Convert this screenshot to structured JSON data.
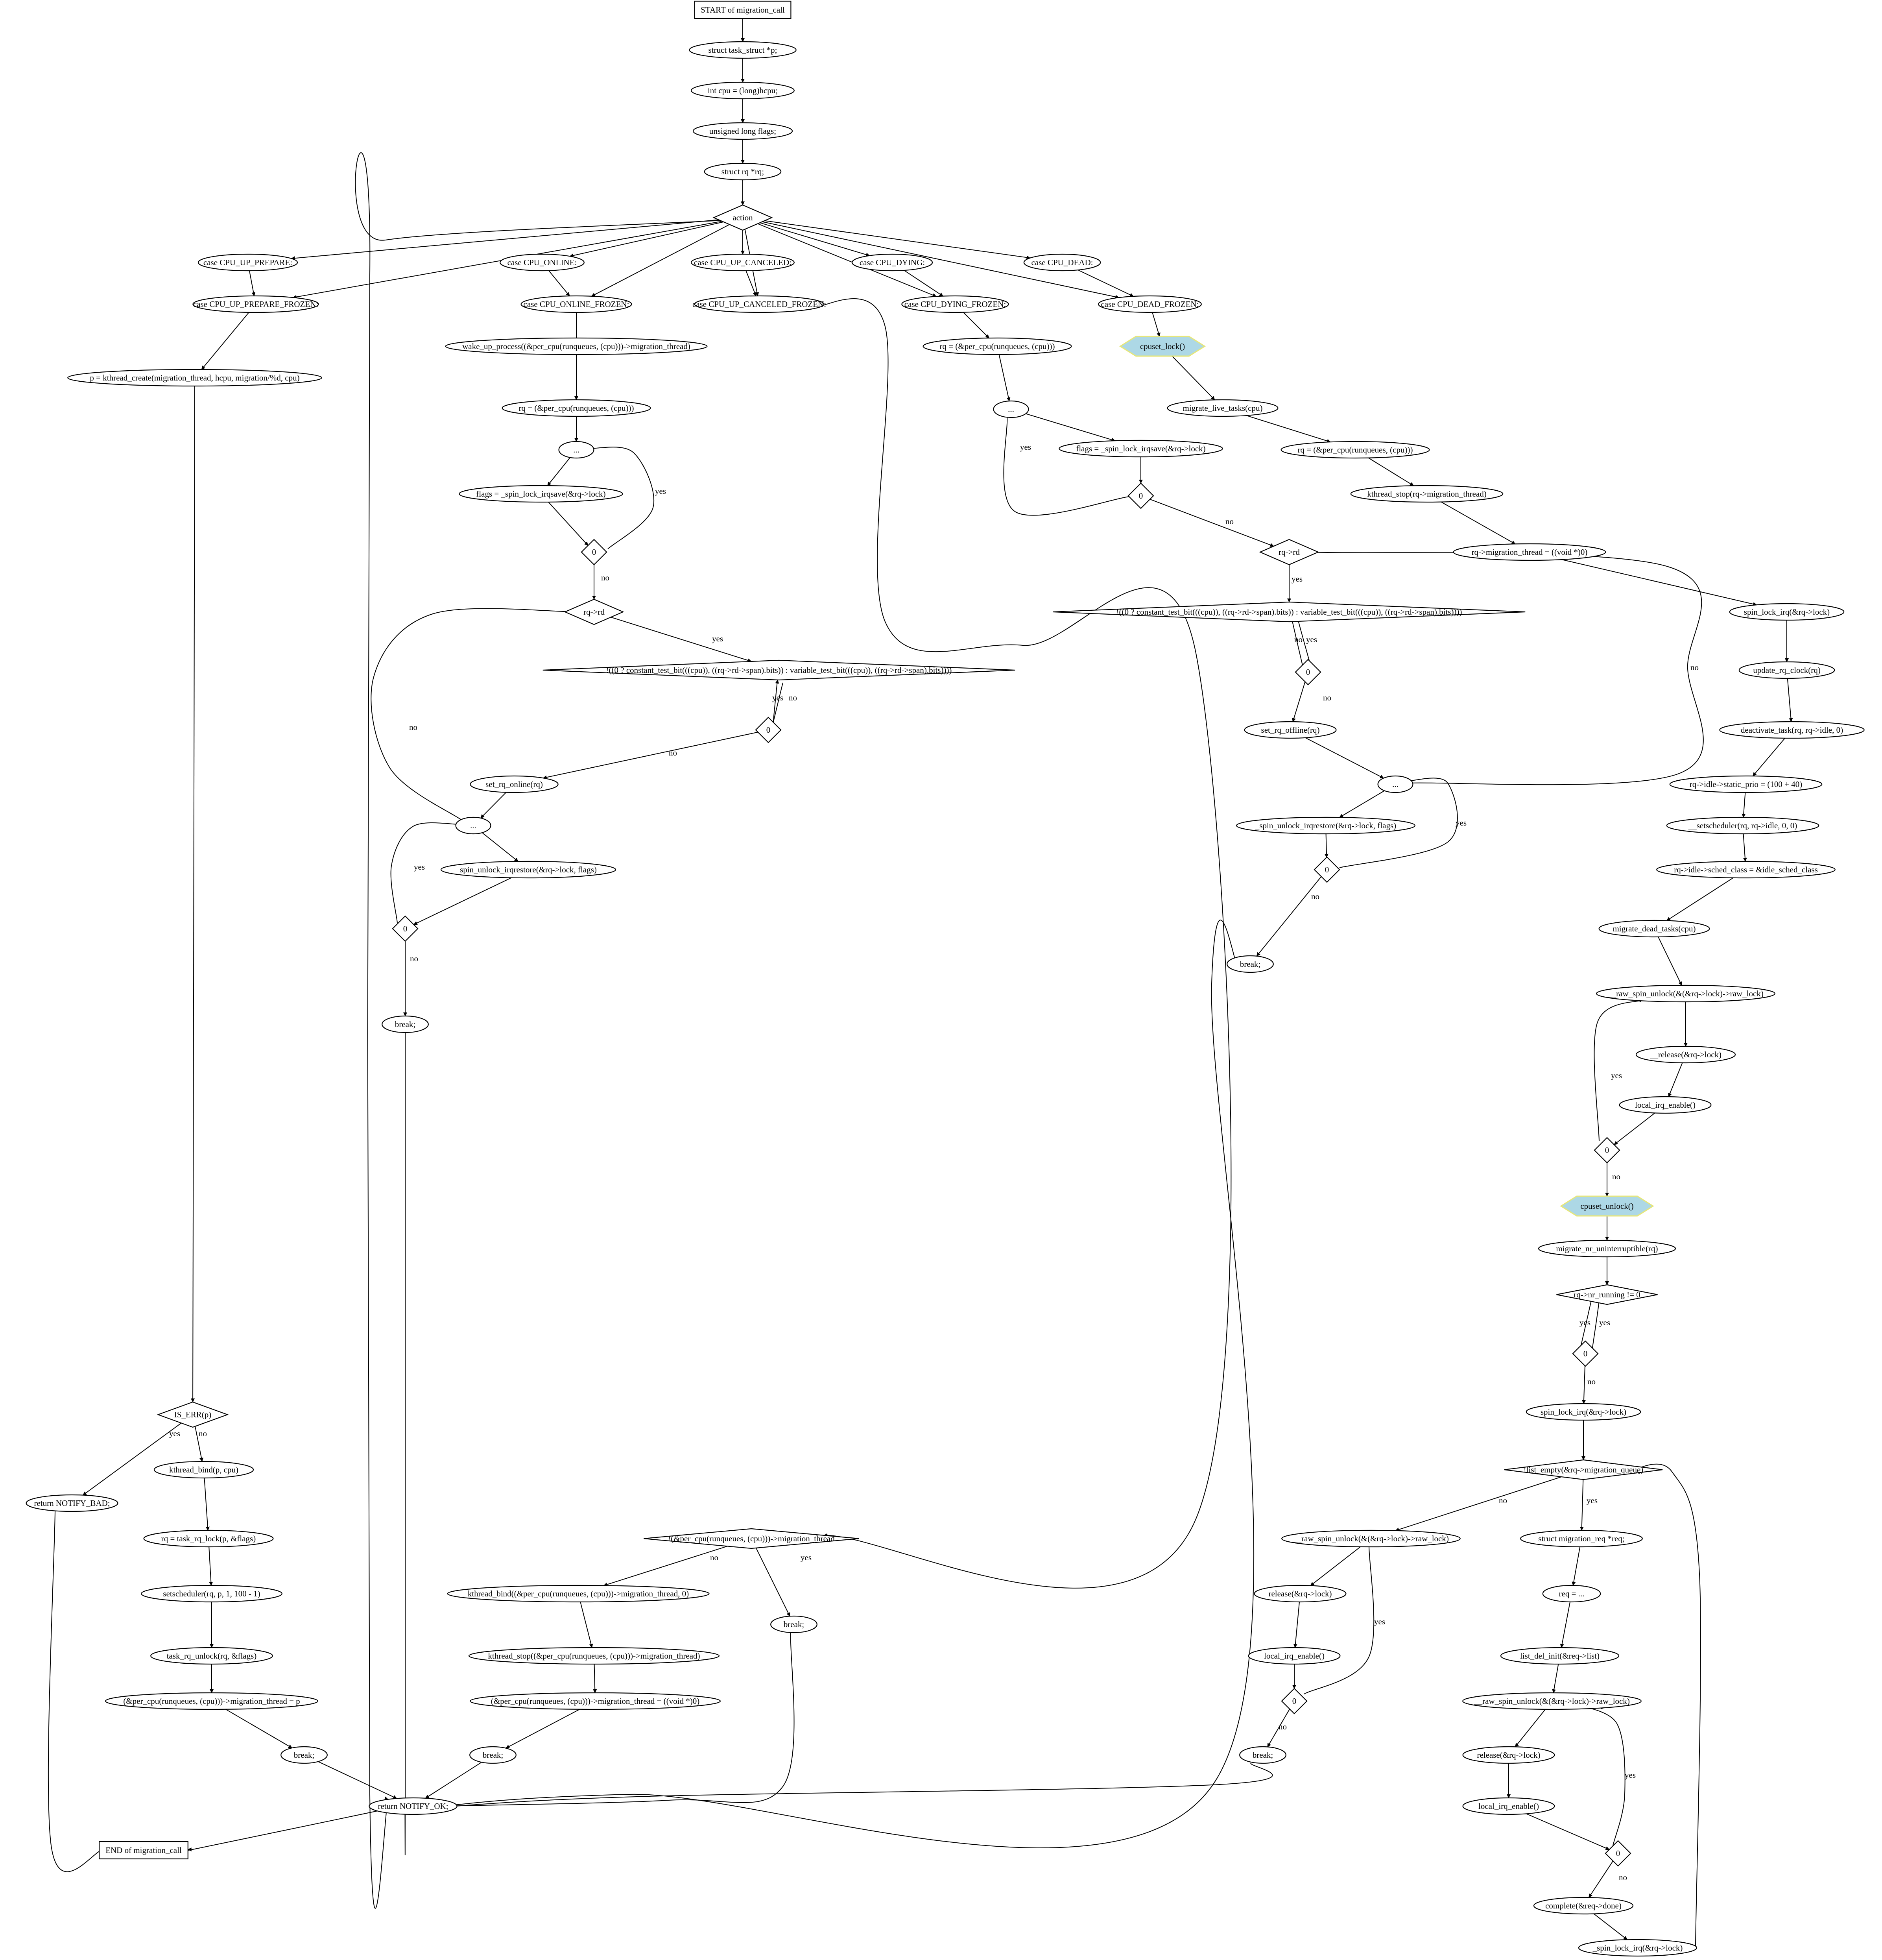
{
  "nodes": [
    {
      "id": "start",
      "label": "START of migration_call",
      "shape": "box"
    },
    {
      "id": "n1",
      "label": "struct task_struct *p;",
      "shape": "ellipse"
    },
    {
      "id": "n2",
      "label": "int cpu = (long)hcpu;",
      "shape": "ellipse"
    },
    {
      "id": "n3",
      "label": "unsigned long flags;",
      "shape": "ellipse"
    },
    {
      "id": "n4",
      "label": "struct rq *rq;",
      "shape": "ellipse"
    },
    {
      "id": "action",
      "label": "action",
      "shape": "diamond"
    },
    {
      "id": "c_up_prep",
      "label": "case CPU_UP_PREPARE:",
      "shape": "ellipse"
    },
    {
      "id": "c_up_prep_f",
      "label": "case CPU_UP_PREPARE_FROZEN:",
      "shape": "ellipse"
    },
    {
      "id": "kcreate",
      "label": "p = kthread_create(migration_thread, hcpu, migration/%d, cpu)",
      "shape": "ellipse"
    },
    {
      "id": "c_online",
      "label": "case CPU_ONLINE:",
      "shape": "ellipse"
    },
    {
      "id": "c_online_f",
      "label": "case CPU_ONLINE_FROZEN:",
      "shape": "ellipse"
    },
    {
      "id": "wake",
      "label": "wake_up_process((&per_cpu(runqueues, (cpu)))->migration_thread)",
      "shape": "ellipse"
    },
    {
      "id": "rq_on",
      "label": "rq = (&per_cpu(runqueues, (cpu)))",
      "shape": "ellipse"
    },
    {
      "id": "dots_on",
      "label": "...",
      "shape": "ellipse"
    },
    {
      "id": "flags_on",
      "label": "flags = _spin_lock_irqsave(&rq->lock)",
      "shape": "ellipse"
    },
    {
      "id": "zero_on1",
      "label": "0",
      "shape": "diamond"
    },
    {
      "id": "rqrd_on",
      "label": "rq->rd",
      "shape": "diamond"
    },
    {
      "id": "test_on",
      "label": "!((0 ? constant_test_bit(((cpu)), ((rq->rd->span).bits)) : variable_test_bit(((cpu)), ((rq->rd->span).bits))))",
      "shape": "diamond"
    },
    {
      "id": "zero_on2",
      "label": "0",
      "shape": "diamond"
    },
    {
      "id": "set_online",
      "label": "set_rq_online(rq)",
      "shape": "ellipse"
    },
    {
      "id": "dots_on2",
      "label": "...",
      "shape": "ellipse"
    },
    {
      "id": "unlock_on",
      "label": "spin_unlock_irqrestore(&rq->lock, flags)",
      "shape": "ellipse"
    },
    {
      "id": "zero_on3",
      "label": "0",
      "shape": "diamond"
    },
    {
      "id": "break_on",
      "label": "break;",
      "shape": "ellipse"
    },
    {
      "id": "c_cancel",
      "label": "case CPU_UP_CANCELED:",
      "shape": "ellipse"
    },
    {
      "id": "c_cancel_f",
      "label": "case CPU_UP_CANCELED_FROZEN:",
      "shape": "ellipse"
    },
    {
      "id": "c_dying",
      "label": "case CPU_DYING:",
      "shape": "ellipse"
    },
    {
      "id": "c_dying_f",
      "label": "case CPU_DYING_FROZEN:",
      "shape": "ellipse"
    },
    {
      "id": "rq_dy",
      "label": "rq = (&per_cpu(runqueues, (cpu)))",
      "shape": "ellipse"
    },
    {
      "id": "dots_dy",
      "label": "...",
      "shape": "ellipse"
    },
    {
      "id": "flags_dy",
      "label": "flags = _spin_lock_irqsave(&rq->lock)",
      "shape": "ellipse"
    },
    {
      "id": "zero_dy1",
      "label": "0",
      "shape": "diamond"
    },
    {
      "id": "rqrd_dy",
      "label": "rq->rd",
      "shape": "diamond"
    },
    {
      "id": "test_dy",
      "label": "!((0 ? constant_test_bit(((cpu)), ((rq->rd->span).bits)) : variable_test_bit(((cpu)), ((rq->rd->span).bits))))",
      "shape": "diamond"
    },
    {
      "id": "zero_dy2",
      "label": "0",
      "shape": "diamond"
    },
    {
      "id": "set_offline",
      "label": "set_rq_offline(rq)",
      "shape": "ellipse"
    },
    {
      "id": "dots_dy2",
      "label": "...",
      "shape": "ellipse"
    },
    {
      "id": "unlock_dy",
      "label": "_spin_unlock_irqrestore(&rq->lock, flags)",
      "shape": "ellipse"
    },
    {
      "id": "zero_dy3",
      "label": "0",
      "shape": "diamond"
    },
    {
      "id": "break_dy",
      "label": "break;",
      "shape": "ellipse"
    },
    {
      "id": "c_dead",
      "label": "case CPU_DEAD:",
      "shape": "ellipse"
    },
    {
      "id": "c_dead_f",
      "label": "case CPU_DEAD_FROZEN:",
      "shape": "ellipse"
    },
    {
      "id": "cpuset_lock",
      "label": "cpuset_lock()",
      "shape": "hexagon"
    },
    {
      "id": "migrate_live",
      "label": "migrate_live_tasks(cpu)",
      "shape": "ellipse"
    },
    {
      "id": "rq_dead",
      "label": "rq = (&per_cpu(runqueues, (cpu)))",
      "shape": "ellipse"
    },
    {
      "id": "kstop_dead",
      "label": "kthread_stop(rq->migration_thread)",
      "shape": "ellipse"
    },
    {
      "id": "mt_null",
      "label": "rq->migration_thread = ((void *)0)",
      "shape": "ellipse"
    },
    {
      "id": "lock_irq1",
      "label": "spin_lock_irq(&rq->lock)",
      "shape": "ellipse"
    },
    {
      "id": "upd_clock",
      "label": "update_rq_clock(rq)",
      "shape": "ellipse"
    },
    {
      "id": "deact",
      "label": "deactivate_task(rq, rq->idle, 0)",
      "shape": "ellipse"
    },
    {
      "id": "prio",
      "label": "rq->idle->static_prio = (100 + 40)",
      "shape": "ellipse"
    },
    {
      "id": "setsched_idle",
      "label": "__setscheduler(rq, rq->idle, 0, 0)",
      "shape": "ellipse"
    },
    {
      "id": "sched_class",
      "label": "rq->idle->sched_class = &idle_sched_class",
      "shape": "ellipse"
    },
    {
      "id": "mig_dead",
      "label": "migrate_dead_tasks(cpu)",
      "shape": "ellipse"
    },
    {
      "id": "raw_unlock1",
      "label": "__raw_spin_unlock(&(&rq->lock)->raw_lock)",
      "shape": "ellipse"
    },
    {
      "id": "release1",
      "label": "__release(&rq->lock)",
      "shape": "ellipse"
    },
    {
      "id": "irq_en1",
      "label": "local_irq_enable()",
      "shape": "ellipse"
    },
    {
      "id": "zero_d1",
      "label": "0",
      "shape": "diamond"
    },
    {
      "id": "cpuset_unlock",
      "label": "cpuset_unlock()",
      "shape": "hexagon"
    },
    {
      "id": "mig_unint",
      "label": "migrate_nr_uninterruptible(rq)",
      "shape": "ellipse"
    },
    {
      "id": "nr_running",
      "label": "rq->nr_running != 0",
      "shape": "diamond"
    },
    {
      "id": "zero_d2",
      "label": "0",
      "shape": "diamond"
    },
    {
      "id": "lock_irq2",
      "label": "spin_lock_irq(&rq->lock)",
      "shape": "ellipse"
    },
    {
      "id": "list_empty",
      "label": "!list_empty(&rq->migration_queue)",
      "shape": "diamond"
    },
    {
      "id": "raw_unlock2",
      "label": "__raw_spin_unlock(&(&rq->lock)->raw_lock)",
      "shape": "ellipse"
    },
    {
      "id": "release2",
      "label": "release(&rq->lock)",
      "shape": "ellipse"
    },
    {
      "id": "irq_en2",
      "label": "local_irq_enable()",
      "shape": "ellipse"
    },
    {
      "id": "zero_d3",
      "label": "0",
      "shape": "diamond"
    },
    {
      "id": "break_dead",
      "label": "break;",
      "shape": "ellipse"
    },
    {
      "id": "mreq",
      "label": "struct migration_req *req;",
      "shape": "ellipse"
    },
    {
      "id": "req_eq",
      "label": "req = ...",
      "shape": "ellipse"
    },
    {
      "id": "list_del",
      "label": "list_del_init(&req->list)",
      "shape": "ellipse"
    },
    {
      "id": "raw_unlock3",
      "label": "__raw_spin_unlock(&(&rq->lock)->raw_lock)",
      "shape": "ellipse"
    },
    {
      "id": "release3",
      "label": "release(&rq->lock)",
      "shape": "ellipse"
    },
    {
      "id": "irq_en3",
      "label": "local_irq_enable()",
      "shape": "ellipse"
    },
    {
      "id": "zero_d4",
      "label": "0",
      "shape": "diamond"
    },
    {
      "id": "complete",
      "label": "complete(&req->done)",
      "shape": "ellipse"
    },
    {
      "id": "spinlock_irq3",
      "label": "_spin_lock_irq(&rq->lock)",
      "shape": "ellipse"
    },
    {
      "id": "is_err",
      "label": "IS_ERR(p)",
      "shape": "diamond"
    },
    {
      "id": "ret_bad",
      "label": "return NOTIFY_BAD;",
      "shape": "ellipse"
    },
    {
      "id": "kbind",
      "label": "kthread_bind(p, cpu)",
      "shape": "ellipse"
    },
    {
      "id": "trq_lock",
      "label": "rq = task_rq_lock(p, &flags)",
      "shape": "ellipse"
    },
    {
      "id": "setsched",
      "label": "setscheduler(rq, p, 1, 100 - 1)",
      "shape": "ellipse"
    },
    {
      "id": "trq_unlock",
      "label": "task_rq_unlock(rq, &flags)",
      "shape": "ellipse"
    },
    {
      "id": "mt_set",
      "label": "(&per_cpu(runqueues, (cpu)))->migration_thread = p",
      "shape": "ellipse"
    },
    {
      "id": "break_prep",
      "label": "break;",
      "shape": "ellipse"
    },
    {
      "id": "not_mt",
      "label": "!(&per_cpu(runqueues, (cpu)))->migration_thread",
      "shape": "diamond"
    },
    {
      "id": "kbind2",
      "label": "kthread_bind((&per_cpu(runqueues, (cpu)))->migration_thread, 0)",
      "shape": "ellipse"
    },
    {
      "id": "kstop2",
      "label": "kthread_stop((&per_cpu(runqueues, (cpu)))->migration_thread)",
      "shape": "ellipse"
    },
    {
      "id": "mt_null2",
      "label": "(&per_cpu(runqueues, (cpu)))->migration_thread = ((void *)0)",
      "shape": "ellipse"
    },
    {
      "id": "break_c2",
      "label": "break;",
      "shape": "ellipse"
    },
    {
      "id": "break_c1",
      "label": "break;",
      "shape": "ellipse"
    },
    {
      "id": "ret_ok",
      "label": "return NOTIFY_OK;",
      "shape": "ellipse"
    },
    {
      "id": "end",
      "label": "END of migration_call",
      "shape": "box"
    }
  ],
  "edges": [
    {
      "from": "start",
      "to": "n1",
      "label": ""
    },
    {
      "from": "n1",
      "to": "n2",
      "label": ""
    },
    {
      "from": "n2",
      "to": "n3",
      "label": ""
    },
    {
      "from": "n3",
      "to": "n4",
      "label": ""
    },
    {
      "from": "n4",
      "to": "action",
      "label": ""
    },
    {
      "from": "action",
      "to": "c_up_prep",
      "label": ""
    },
    {
      "from": "action",
      "to": "c_up_prep_f",
      "label": ""
    },
    {
      "from": "action",
      "to": "c_online",
      "label": ""
    },
    {
      "from": "action",
      "to": "c_online_f",
      "label": ""
    },
    {
      "from": "action",
      "to": "c_cancel",
      "label": ""
    },
    {
      "from": "action",
      "to": "c_cancel_f",
      "label": ""
    },
    {
      "from": "action",
      "to": "c_dying",
      "label": ""
    },
    {
      "from": "action",
      "to": "c_dying_f",
      "label": ""
    },
    {
      "from": "action",
      "to": "c_dead",
      "label": ""
    },
    {
      "from": "action",
      "to": "c_dead_f",
      "label": ""
    },
    {
      "from": "action",
      "to": "ret_ok",
      "label": ""
    },
    {
      "from": "c_up_prep",
      "to": "c_up_prep_f",
      "label": ""
    },
    {
      "from": "c_up_prep_f",
      "to": "kcreate",
      "label": ""
    },
    {
      "from": "kcreate",
      "to": "is_err",
      "label": ""
    },
    {
      "from": "is_err",
      "to": "ret_bad",
      "label": "yes"
    },
    {
      "from": "is_err",
      "to": "kbind",
      "label": "no"
    },
    {
      "from": "kbind",
      "to": "trq_lock",
      "label": ""
    },
    {
      "from": "trq_lock",
      "to": "setsched",
      "label": ""
    },
    {
      "from": "setsched",
      "to": "trq_unlock",
      "label": ""
    },
    {
      "from": "trq_unlock",
      "to": "mt_set",
      "label": ""
    },
    {
      "from": "mt_set",
      "to": "break_prep",
      "label": ""
    },
    {
      "from": "break_prep",
      "to": "ret_ok",
      "label": ""
    },
    {
      "from": "ret_bad",
      "to": "end",
      "label": ""
    },
    {
      "from": "ret_ok",
      "to": "end",
      "label": ""
    },
    {
      "from": "c_online",
      "to": "c_online_f",
      "label": ""
    },
    {
      "from": "c_online_f",
      "to": "wake",
      "label": ""
    },
    {
      "from": "wake",
      "to": "rq_on",
      "label": ""
    },
    {
      "from": "rq_on",
      "to": "dots_on",
      "label": ""
    },
    {
      "from": "dots_on",
      "to": "flags_on",
      "label": ""
    },
    {
      "from": "flags_on",
      "to": "zero_on1",
      "label": ""
    },
    {
      "from": "zero_on1",
      "to": "dots_on",
      "label": "yes"
    },
    {
      "from": "zero_on1",
      "to": "rqrd_on",
      "label": "no"
    },
    {
      "from": "rqrd_on",
      "to": "test_on",
      "label": "yes"
    },
    {
      "from": "rqrd_on",
      "to": "dots_on2",
      "label": "no"
    },
    {
      "from": "test_on",
      "to": "zero_on2",
      "label": "no"
    },
    {
      "from": "zero_on2",
      "to": "test_on",
      "label": "yes"
    },
    {
      "from": "zero_on2",
      "to": "set_online",
      "label": "no"
    },
    {
      "from": "set_online",
      "to": "dots_on2",
      "label": ""
    },
    {
      "from": "dots_on2",
      "to": "unlock_on",
      "label": ""
    },
    {
      "from": "unlock_on",
      "to": "zero_on3",
      "label": ""
    },
    {
      "from": "zero_on3",
      "to": "dots_on2",
      "label": "yes"
    },
    {
      "from": "zero_on3",
      "to": "break_on",
      "label": "no"
    },
    {
      "from": "break_on",
      "to": "ret_ok",
      "label": ""
    },
    {
      "from": "c_cancel",
      "to": "c_cancel_f",
      "label": ""
    },
    {
      "from": "c_cancel_f",
      "to": "not_mt",
      "label": ""
    },
    {
      "from": "not_mt",
      "to": "kbind2",
      "label": "no"
    },
    {
      "from": "not_mt",
      "to": "break_c1",
      "label": "yes"
    },
    {
      "from": "kbind2",
      "to": "kstop2",
      "label": ""
    },
    {
      "from": "kstop2",
      "to": "mt_null2",
      "label": ""
    },
    {
      "from": "mt_null2",
      "to": "break_c2",
      "label": ""
    },
    {
      "from": "break_c2",
      "to": "ret_ok",
      "label": ""
    },
    {
      "from": "break_c1",
      "to": "ret_ok",
      "label": ""
    },
    {
      "from": "c_dying",
      "to": "c_dying_f",
      "label": ""
    },
    {
      "from": "c_dying_f",
      "to": "rq_dy",
      "label": ""
    },
    {
      "from": "rq_dy",
      "to": "dots_dy",
      "label": ""
    },
    {
      "from": "dots_dy",
      "to": "flags_dy",
      "label": ""
    },
    {
      "from": "flags_dy",
      "to": "zero_dy1",
      "label": ""
    },
    {
      "from": "zero_dy1",
      "to": "dots_dy",
      "label": "yes"
    },
    {
      "from": "zero_dy1",
      "to": "rqrd_dy",
      "label": "no"
    },
    {
      "from": "rqrd_dy",
      "to": "test_dy",
      "label": "yes"
    },
    {
      "from": "rqrd_dy",
      "to": "dots_dy2",
      "label": "no"
    },
    {
      "from": "test_dy",
      "to": "zero_dy2",
      "label": "no"
    },
    {
      "from": "zero_dy2",
      "to": "test_dy",
      "label": "yes"
    },
    {
      "from": "zero_dy2",
      "to": "set_offline",
      "label": "no"
    },
    {
      "from": "set_offline",
      "to": "dots_dy2",
      "label": ""
    },
    {
      "from": "dots_dy2",
      "to": "unlock_dy",
      "label": ""
    },
    {
      "from": "unlock_dy",
      "to": "zero_dy3",
      "label": ""
    },
    {
      "from": "zero_dy3",
      "to": "dots_dy2",
      "label": "yes"
    },
    {
      "from": "zero_dy3",
      "to": "break_dy",
      "label": "no"
    },
    {
      "from": "break_dy",
      "to": "ret_ok",
      "label": ""
    },
    {
      "from": "c_dead",
      "to": "c_dead_f",
      "label": ""
    },
    {
      "from": "c_dead_f",
      "to": "cpuset_lock",
      "label": ""
    },
    {
      "from": "cpuset_lock",
      "to": "migrate_live",
      "label": ""
    },
    {
      "from": "migrate_live",
      "to": "rq_dead",
      "label": ""
    },
    {
      "from": "rq_dead",
      "to": "kstop_dead",
      "label": ""
    },
    {
      "from": "kstop_dead",
      "to": "mt_null",
      "label": ""
    },
    {
      "from": "mt_null",
      "to": "lock_irq1",
      "label": ""
    },
    {
      "from": "lock_irq1",
      "to": "upd_clock",
      "label": ""
    },
    {
      "from": "upd_clock",
      "to": "deact",
      "label": ""
    },
    {
      "from": "deact",
      "to": "prio",
      "label": ""
    },
    {
      "from": "prio",
      "to": "setsched_idle",
      "label": ""
    },
    {
      "from": "setsched_idle",
      "to": "sched_class",
      "label": ""
    },
    {
      "from": "sched_class",
      "to": "mig_dead",
      "label": ""
    },
    {
      "from": "mig_dead",
      "to": "raw_unlock1",
      "label": ""
    },
    {
      "from": "raw_unlock1",
      "to": "release1",
      "label": ""
    },
    {
      "from": "release1",
      "to": "irq_en1",
      "label": ""
    },
    {
      "from": "irq_en1",
      "to": "zero_d1",
      "label": ""
    },
    {
      "from": "zero_d1",
      "to": "raw_unlock1",
      "label": "yes"
    },
    {
      "from": "zero_d1",
      "to": "cpuset_unlock",
      "label": "no"
    },
    {
      "from": "cpuset_unlock",
      "to": "mig_unint",
      "label": ""
    },
    {
      "from": "mig_unint",
      "to": "nr_running",
      "label": ""
    },
    {
      "from": "nr_running",
      "to": "zero_d2",
      "label": "yes"
    },
    {
      "from": "zero_d2",
      "to": "nr_running",
      "label": "yes"
    },
    {
      "from": "zero_d2",
      "to": "lock_irq2",
      "label": "no"
    },
    {
      "from": "lock_irq2",
      "to": "list_empty",
      "label": ""
    },
    {
      "from": "list_empty",
      "to": "raw_unlock2",
      "label": "no"
    },
    {
      "from": "list_empty",
      "to": "mreq",
      "label": "yes"
    },
    {
      "from": "raw_unlock2",
      "to": "release2",
      "label": ""
    },
    {
      "from": "release2",
      "to": "irq_en2",
      "label": ""
    },
    {
      "from": "irq_en2",
      "to": "zero_d3",
      "label": ""
    },
    {
      "from": "zero_d3",
      "to": "raw_unlock2",
      "label": "yes"
    },
    {
      "from": "zero_d3",
      "to": "break_dead",
      "label": "no"
    },
    {
      "from": "break_dead",
      "to": "ret_ok",
      "label": ""
    },
    {
      "from": "mreq",
      "to": "req_eq",
      "label": ""
    },
    {
      "from": "req_eq",
      "to": "list_del",
      "label": ""
    },
    {
      "from": "list_del",
      "to": "raw_unlock3",
      "label": ""
    },
    {
      "from": "raw_unlock3",
      "to": "release3",
      "label": ""
    },
    {
      "from": "release3",
      "to": "irq_en3",
      "label": ""
    },
    {
      "from": "irq_en3",
      "to": "zero_d4",
      "label": ""
    },
    {
      "from": "zero_d4",
      "to": "raw_unlock3",
      "label": "yes"
    },
    {
      "from": "zero_d4",
      "to": "complete",
      "label": "no"
    },
    {
      "from": "complete",
      "to": "spinlock_irq3",
      "label": ""
    },
    {
      "from": "spinlock_irq3",
      "to": "list_empty",
      "label": ""
    }
  ]
}
